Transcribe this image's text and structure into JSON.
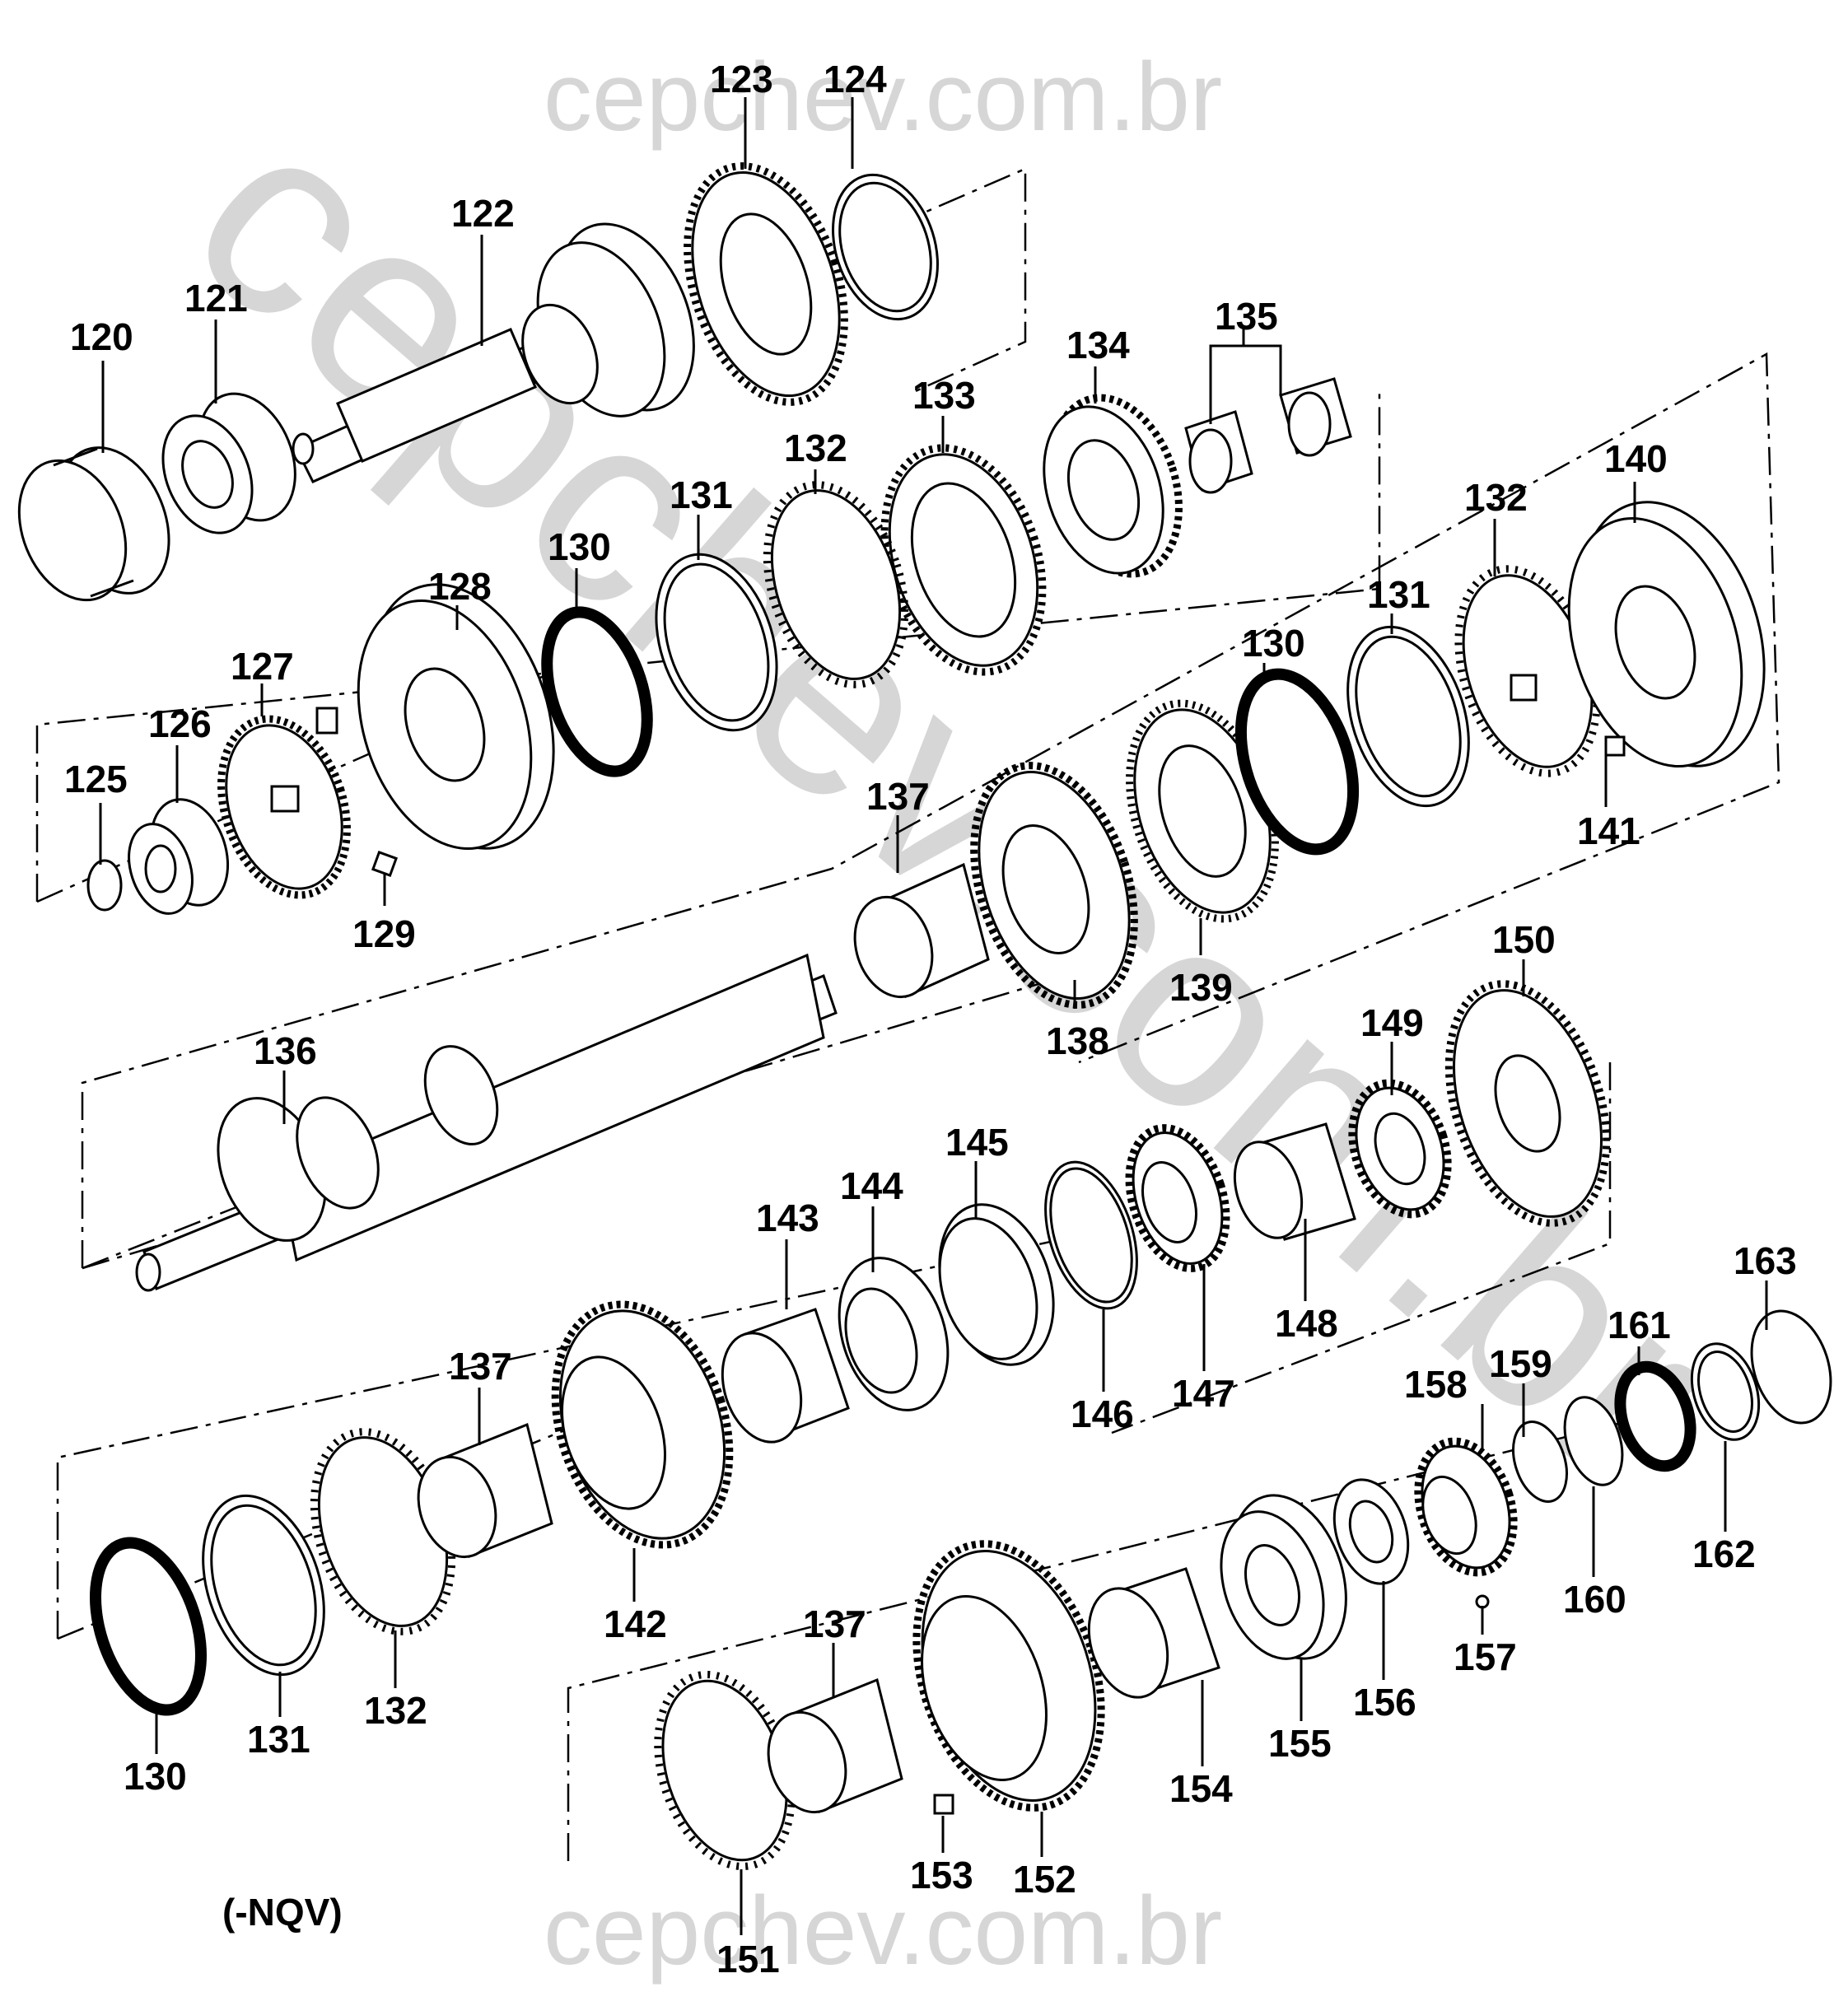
{
  "watermark": {
    "top": "cepchev.com.br",
    "diagonal": "cepchev.com.br",
    "bottom": "cepchev.com.br"
  },
  "variant_note": "(-NQV)",
  "callouts": {
    "c120": "120",
    "c121": "121",
    "c122": "122",
    "c123": "123",
    "c124": "124",
    "c125": "125",
    "c126": "126",
    "c127": "127",
    "c128": "128",
    "c129": "129",
    "c130a": "130",
    "c131a": "131",
    "c132a": "132",
    "c133": "133",
    "c134": "134",
    "c135": "135",
    "c136": "136",
    "c137a": "137",
    "c138": "138",
    "c139": "139",
    "c130b": "130",
    "c131b": "131",
    "c132b": "132",
    "c140": "140",
    "c141": "141",
    "c143": "143",
    "c144": "144",
    "c145": "145",
    "c146": "146",
    "c147": "147",
    "c148": "148",
    "c149": "149",
    "c150": "150",
    "c137b": "137",
    "c142": "142",
    "c130c": "130",
    "c131c": "131",
    "c132c": "132",
    "c137c": "137",
    "c151": "151",
    "c152": "152",
    "c153": "153",
    "c154": "154",
    "c155": "155",
    "c156": "156",
    "c157": "157",
    "c158": "158",
    "c159": "159",
    "c160": "160",
    "c161": "161",
    "c162": "162",
    "c163": "163"
  }
}
